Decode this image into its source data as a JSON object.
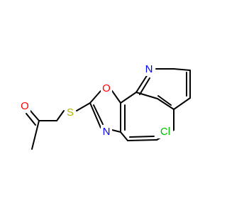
{
  "molecule": {
    "atoms": {
      "N1": "N",
      "O1": "O",
      "S1": "S",
      "N2": "N",
      "Cl1": "Cl",
      "O2": "O"
    },
    "colors": {
      "N": "#0000ff",
      "O": "#ff0000",
      "S": "#b2b200",
      "Cl": "#00c000",
      "bond": "#000000"
    }
  }
}
